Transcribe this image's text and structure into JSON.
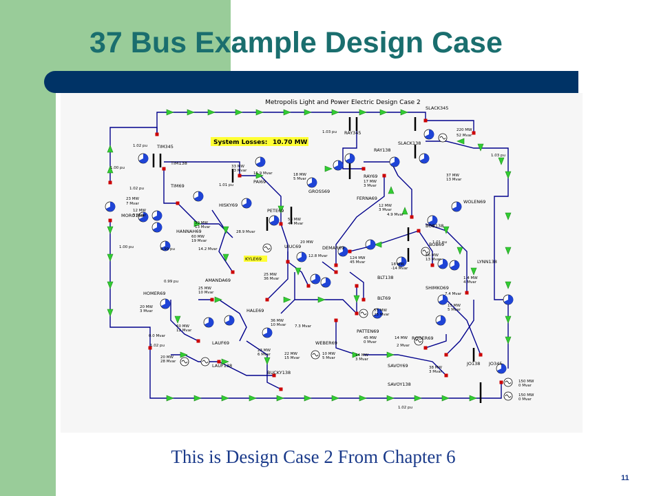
{
  "slide": {
    "title": "37 Bus Example Design Case",
    "caption": "This is Design Case 2 From Chapter 6",
    "page_number": "11"
  },
  "diagram": {
    "title": "Metropolis Light and Power Electric Design Case 2",
    "losses_label": "System Losses:",
    "losses_value": "10.70 MW",
    "buses": [
      "SLACK345",
      "SLACK138",
      "RAY345",
      "RAY138",
      "RAY69",
      "TIM345",
      "TIM138",
      "TIM69",
      "MORO138",
      "HANNAH69",
      "HISKY69",
      "PAI69",
      "PETE69",
      "GROSS69",
      "FERNA69",
      "DEMAR69",
      "UIUC69",
      "KYLE69",
      "AMANDA69",
      "HOMER69",
      "HALE69",
      "LAUF69",
      "LAUF138",
      "BUCKY138",
      "WEBER69",
      "PATTEN69",
      "BLT138",
      "BLT69",
      "BOB138",
      "BOB69",
      "WOLEN69",
      "LYNN138",
      "SHIMKO69",
      "ROGER69",
      "SAVOY69",
      "SAVOY138",
      "JO138",
      "JO345"
    ],
    "labels": [
      "1.03 pu",
      "1.02 pu",
      "1.00 pu",
      "1.02 pu",
      "1.01 pu",
      "1.00 pu",
      "0.99 pu",
      "0.99 pu",
      "1.02 pu",
      "1.03 pu",
      "1.01 pu",
      "1.02 pu",
      "220 MW",
      "52 Mvar",
      "23 MW",
      "7 Mvar",
      "12 MW",
      "5 Mvar",
      "33 MW",
      "13 Mvar",
      "15.9 Mvar",
      "18 MW",
      "5 Mvar",
      "17 MW",
      "3 Mvar",
      "37 MW",
      "13 Mvar",
      "39 MW",
      "13 Mvar",
      "60 MW",
      "19 Mvar",
      "58 MW",
      "40 Mvar",
      "28.9 Mvar",
      "12 MW",
      "3 Mvar",
      "4.9 Mvar",
      "14.2 Mvar",
      "20 MW",
      "12.8 Mvar",
      "124 MW",
      "45 Mvar",
      "18 MW",
      "-14 Mvar",
      "56 MW",
      "13 Mvar",
      "1.4 MW",
      "4 Mvar",
      "25 MW",
      "36 Mvar",
      "25 MW",
      "10 Mvar",
      "7.4 Mvar",
      "15 MW",
      "5 Mvar",
      "20 MW",
      "3 Mvar",
      "55 MW",
      "25 Mvar",
      "36 MW",
      "10 Mvar",
      "7.3 Mvar",
      "60 MW",
      "12 Mvar",
      "0.0 Mvar",
      "45 MW",
      "0 Mvar",
      "14 MW",
      "2 Mvar",
      "20 MW",
      "28 Mvar",
      "23 MW",
      "6 Mvar",
      "22 MW",
      "15 Mvar",
      "10 MW",
      "5 Mvar",
      "14 MW",
      "3 Mvar",
      "38 MW",
      "3 Mvar",
      "150 MW",
      "0 Mvar",
      "150 MW",
      "0 Mvar"
    ]
  },
  "colors": {
    "title": "#1a6e6e",
    "bar": "#003366",
    "strip": "#99cc99",
    "line": "#00008b",
    "arrow": "#33cc33",
    "breaker": "#cc0000",
    "meter_blue": "#1f44d6"
  }
}
